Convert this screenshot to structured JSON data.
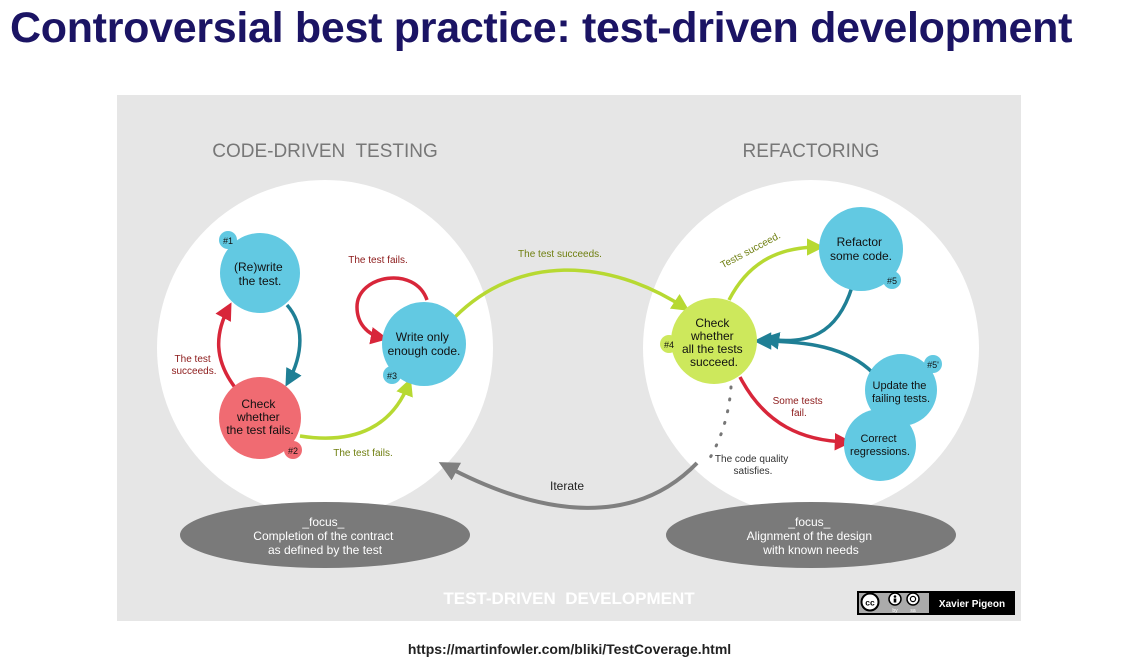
{
  "slide": {
    "title": "Controversial best practice: test-driven development",
    "source_url": "https://martinfowler.com/bliki/TestCoverage.html"
  },
  "diagram": {
    "footer_label": "TEST-DRIVEN  DEVELOPMENT",
    "credit": "Xavier Pigeon",
    "license_badges": [
      "cc",
      "by",
      "sa"
    ],
    "left": {
      "heading": "CODE-DRIVEN  TESTING",
      "rewrite_node": [
        "(Re)write",
        "the test."
      ],
      "rewrite_step": "#1",
      "check_fail_node": [
        "Check",
        "whether",
        "the test fails."
      ],
      "check_fail_step": "#2",
      "write_code_node": [
        "Write only",
        "enough code."
      ],
      "write_code_step": "#3",
      "test_succeeds_edge": [
        "The test",
        "succeeds."
      ],
      "test_fails_loop_edge": "The test fails.",
      "test_fails_edge": "The test fails.",
      "focus": [
        "_focus_",
        "Completion of the contract",
        "as defined by the test"
      ]
    },
    "right": {
      "heading": "REFACTORING",
      "check_all_node": [
        "Check",
        "whether",
        "all the tests",
        "succeed."
      ],
      "check_all_step": "#4",
      "refactor_node": [
        "Refactor",
        "some code."
      ],
      "refactor_step": "#5",
      "update_node": [
        "Update the",
        "failing tests."
      ],
      "update_step": "#5'",
      "correct_node": [
        "Correct",
        "regressions."
      ],
      "tests_succeed_edge": "Tests succeed.",
      "some_fail_edge": [
        "Some tests",
        "fail."
      ],
      "quality_edge": [
        "The code quality",
        "satisfies."
      ],
      "focus": [
        "_focus_",
        "Alignment of the design",
        "with known needs"
      ]
    },
    "bridge_edge": "The test succeeds.",
    "iterate_edge": "Iterate",
    "colors": {
      "background": "#e6e6e6",
      "blue_node": "#62c9e2",
      "red_node": "#f06b72",
      "green_node": "#cde85c",
      "red_arrow": "#d8263a",
      "teal_arrow": "#1f7f95",
      "green_arrow": "#b7d932",
      "gray_arrow": "#808080",
      "dark_red_text": "#8c1a1a",
      "olive_text": "#6f7f10",
      "focus_ellipse": "#7a7a7a"
    }
  }
}
